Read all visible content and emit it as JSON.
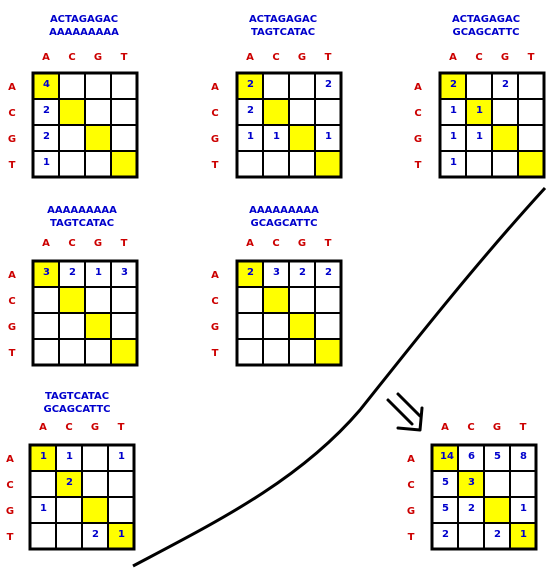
{
  "bases": [
    "A",
    "C",
    "G",
    "T"
  ],
  "colors": {
    "sequence_text": "#0000cc",
    "header_text": "#cc0000",
    "value_text": "#0000cc",
    "diagonal_fill": "#ffff00",
    "cell_fill": "#ffffff",
    "grid_stroke": "#000000",
    "curve_stroke": "#000000"
  },
  "panels": [
    {
      "id": "p1",
      "sequences": [
        "ACTAGAGAC",
        "AAAAAAAAA"
      ],
      "cells": [
        [
          "4",
          "",
          "",
          ""
        ],
        [
          "2",
          "",
          "",
          ""
        ],
        [
          "2",
          "",
          "",
          ""
        ],
        [
          "1",
          "",
          "",
          ""
        ]
      ]
    },
    {
      "id": "p2",
      "sequences": [
        "ACTAGAGAC",
        "TAGTCATAC"
      ],
      "cells": [
        [
          "2",
          "",
          "",
          "2"
        ],
        [
          "2",
          "",
          "",
          ""
        ],
        [
          "1",
          "1",
          "",
          "1"
        ],
        [
          "",
          "",
          "",
          ""
        ]
      ]
    },
    {
      "id": "p3",
      "sequences": [
        "ACTAGAGAC",
        "GCAGCATTC"
      ],
      "cells": [
        [
          "2",
          "",
          "2",
          ""
        ],
        [
          "1",
          "1",
          "",
          ""
        ],
        [
          "1",
          "1",
          "",
          ""
        ],
        [
          "1",
          "",
          "",
          ""
        ]
      ]
    },
    {
      "id": "p4",
      "sequences": [
        "AAAAAAAAA",
        "TAGTCATAC"
      ],
      "cells": [
        [
          "3",
          "2",
          "1",
          "3"
        ],
        [
          "",
          "",
          "",
          ""
        ],
        [
          "",
          "",
          "",
          ""
        ],
        [
          "",
          "",
          "",
          ""
        ]
      ]
    },
    {
      "id": "p5",
      "sequences": [
        "AAAAAAAAA",
        "GCAGCATTC"
      ],
      "cells": [
        [
          "2",
          "3",
          "2",
          "2"
        ],
        [
          "",
          "",
          "",
          ""
        ],
        [
          "",
          "",
          "",
          ""
        ],
        [
          "",
          "",
          "",
          ""
        ]
      ]
    },
    {
      "id": "p6",
      "sequences": [
        "TAGTCATAC",
        "GCAGCATTC"
      ],
      "cells": [
        [
          "1",
          "1",
          "",
          "1"
        ],
        [
          "",
          "2",
          "",
          ""
        ],
        [
          "1",
          "",
          "",
          ""
        ],
        [
          "",
          "",
          "2",
          "1"
        ]
      ]
    },
    {
      "id": "total",
      "sequences": [],
      "cells": [
        [
          "14",
          "6",
          "5",
          "8"
        ],
        [
          "5",
          "3",
          "",
          ""
        ],
        [
          "5",
          "2",
          "",
          "1"
        ],
        [
          "2",
          "",
          "2",
          "1"
        ]
      ]
    }
  ]
}
